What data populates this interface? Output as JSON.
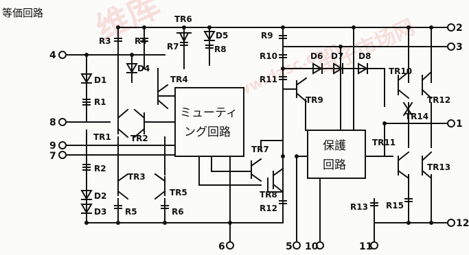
{
  "title": "等価回路",
  "blocks": {
    "muting": [
      "ミューティ",
      "ング回路"
    ],
    "protect": [
      "保護",
      "回路"
    ]
  },
  "transistors": [
    "TR1",
    "TR2",
    "TR3",
    "TR4",
    "TR5",
    "TR6",
    "TR7",
    "TR8",
    "TR9",
    "TR10",
    "TR11",
    "TR12",
    "TR13",
    "TR14"
  ],
  "resistors": [
    "R1",
    "R2",
    "R3",
    "R4",
    "R5",
    "R6",
    "R7",
    "R8",
    "R9",
    "R10",
    "R11",
    "R12",
    "R13",
    "R15"
  ],
  "diodes": [
    "D1",
    "D2",
    "D3",
    "D4",
    "D5",
    "D6",
    "D7",
    "D8"
  ],
  "terminals": [
    "1",
    "2",
    "3",
    "4",
    "5",
    "6",
    "7",
    "8",
    "9",
    "10",
    "11",
    "12"
  ],
  "watermark": [
    "维库",
    "www.dzsc.com",
    "电子市场网"
  ]
}
